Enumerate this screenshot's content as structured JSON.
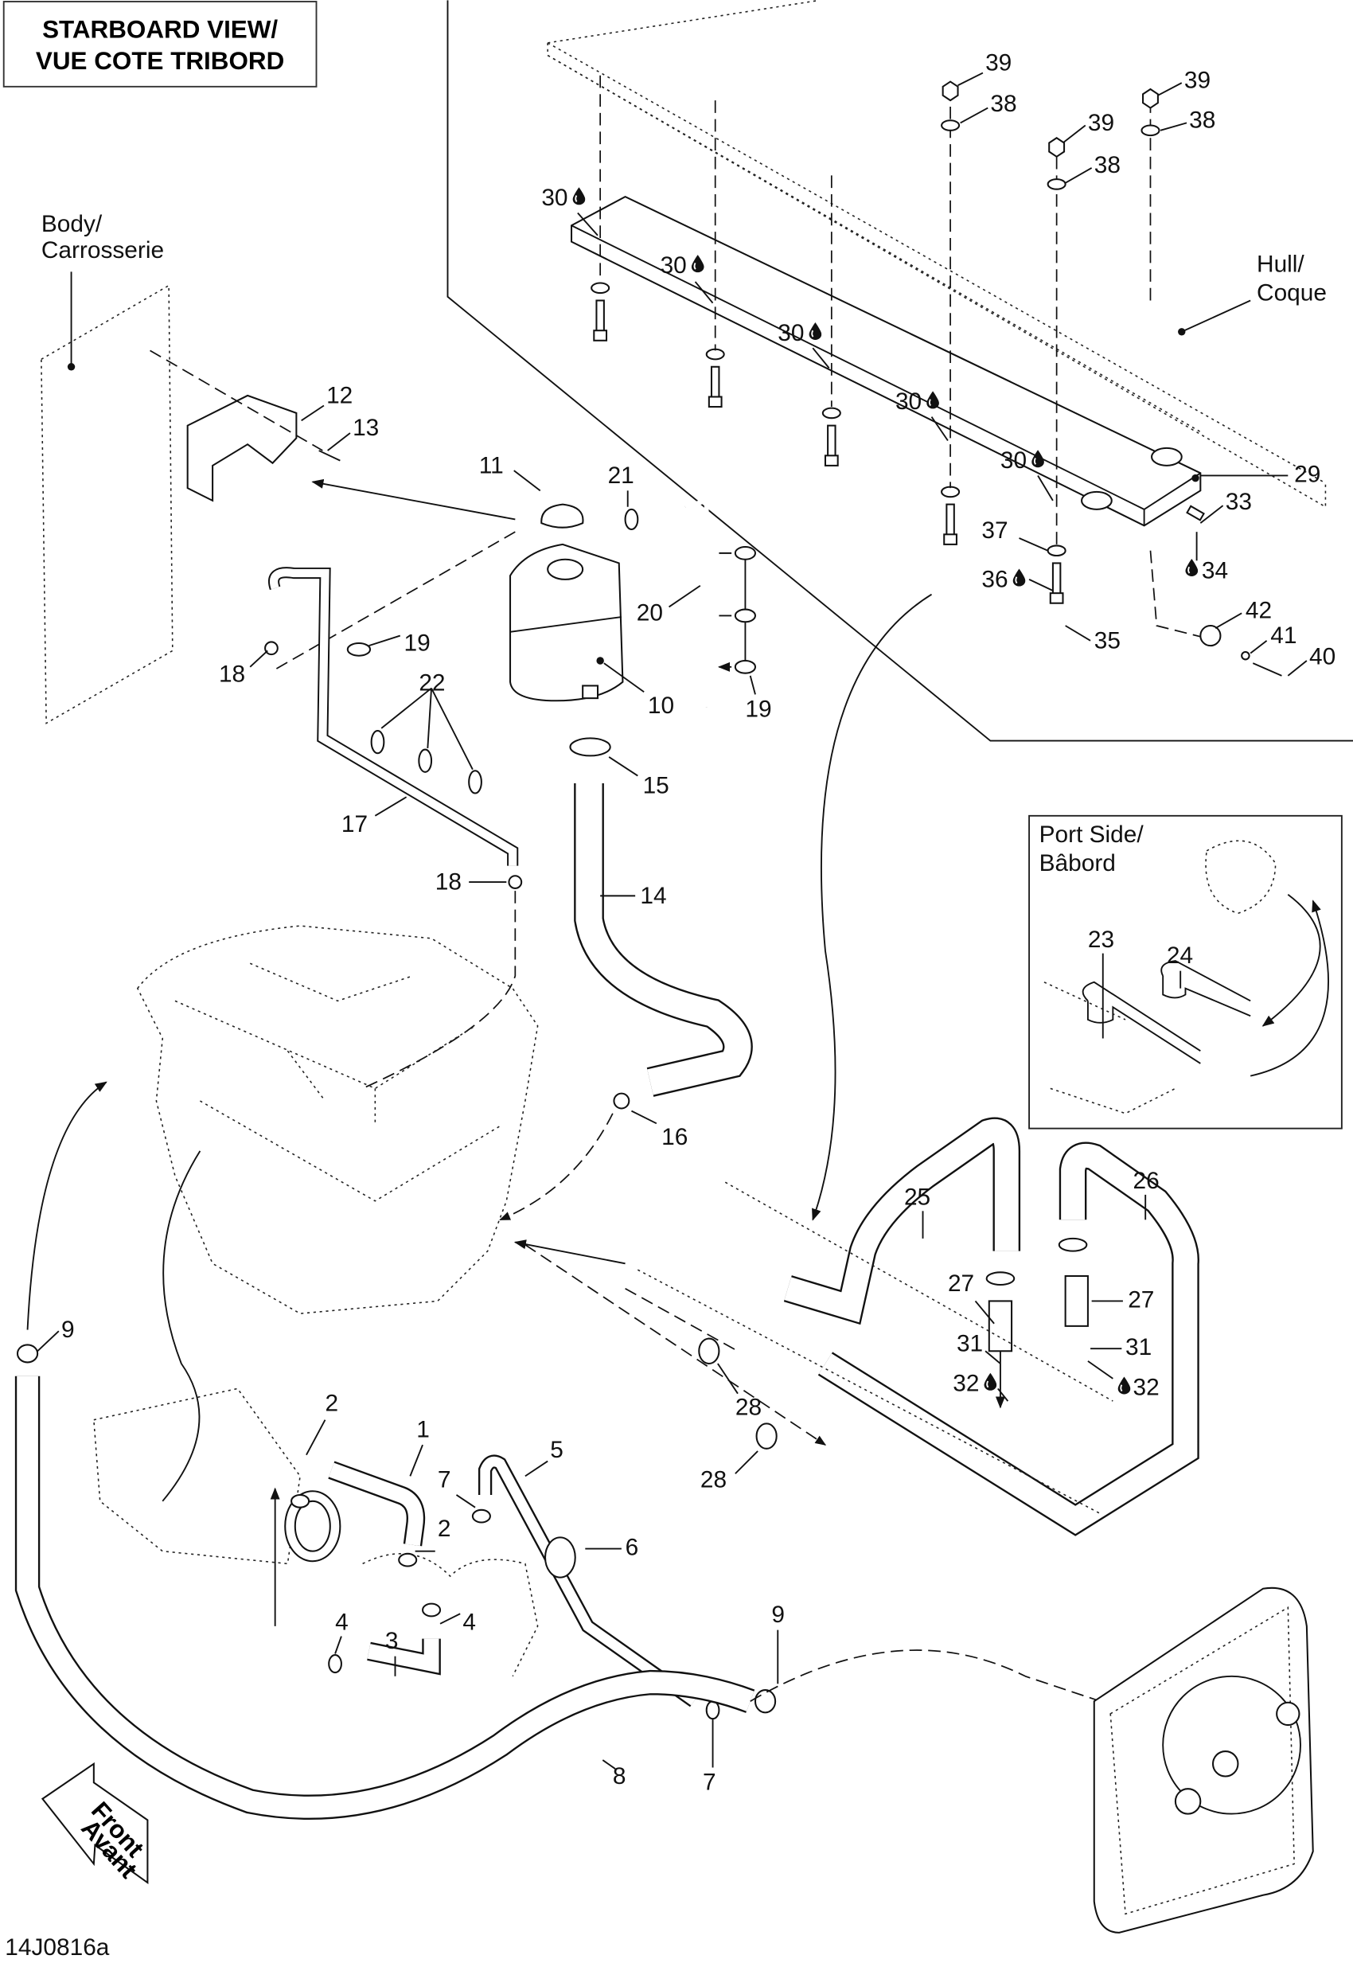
{
  "title": {
    "line1": "STARBOARD VIEW/",
    "line2": "VUE COTE TRIBORD"
  },
  "body_label": {
    "line1": "Body/",
    "line2": "Carrosserie"
  },
  "hull_label": {
    "line1": "Hull/",
    "line2": "Coque"
  },
  "inset": {
    "title_line1": "Port Side/",
    "title_line2": "Bâbord",
    "callouts": [
      "23",
      "24"
    ]
  },
  "front_arrow": {
    "line1": "Front",
    "line2": "Avant"
  },
  "figure_id": "14J0816a",
  "sealant_icon": "droplet-icon",
  "callouts": {
    "c1": "1",
    "c2a": "2",
    "c2b": "2",
    "c3": "3",
    "c4a": "4",
    "c4b": "4",
    "c5": "5",
    "c6": "6",
    "c7a": "7",
    "c7b": "7",
    "c8": "8",
    "c9a": "9",
    "c9b": "9",
    "c10": "10",
    "c11": "11",
    "c12": "12",
    "c13": "13",
    "c14": "14",
    "c15": "15",
    "c16": "16",
    "c17": "17",
    "c18a": "18",
    "c18b": "18",
    "c19a": "19",
    "c19b": "19",
    "c20": "20",
    "c21": "21",
    "c22": "22",
    "c25": "25",
    "c26": "26",
    "c27a": "27",
    "c27b": "27",
    "c28a": "28",
    "c28b": "28",
    "c29": "29",
    "c30a": "30",
    "c30b": "30",
    "c30c": "30",
    "c30d": "30",
    "c30e": "30",
    "c31a": "31",
    "c31b": "31",
    "c32a": "32",
    "c32b": "32",
    "c33": "33",
    "c34": "34",
    "c35": "35",
    "c36": "36",
    "c37": "37",
    "c38a": "38",
    "c38b": "38",
    "c38c": "38",
    "c39a": "39",
    "c39b": "39",
    "c39c": "39",
    "c40": "40",
    "c41": "41",
    "c42": "42"
  }
}
